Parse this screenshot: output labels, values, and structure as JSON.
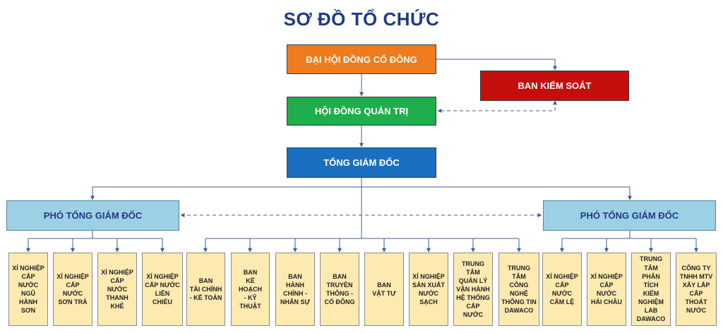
{
  "title": "SƠ ĐỒ TỔ CHỨC",
  "colors": {
    "title": "#1f3a86",
    "shareholders": "#ee7b1d",
    "supervisory": "#c40e0e",
    "board": "#1fae4c",
    "ceo": "#1a6fc1",
    "deputy": "#9cd0e4",
    "unit": "#fdeab0",
    "line": "#3f5f8f"
  },
  "nodes": {
    "shareholders": "ĐẠI HỘI ĐỒNG CỔ ĐÔNG",
    "supervisory": "BAN KIỂM SOÁT",
    "board": "HỘI ĐỒNG QUẢN TRỊ",
    "ceo": "TỔNG GIÁM ĐỐC",
    "deputy_left": "PHÓ TỔNG GIÁM ĐỐC",
    "deputy_right": "PHÓ TỔNG GIÁM ĐỐC"
  },
  "units": [
    "XÍ NGHIỆP\nCẤP NƯỚC\nNGŨ HÀNH\nSƠN",
    "XÍ NGHIỆP\nCẤP NƯỚC\nSƠN TRÀ",
    "XÍ NGHIỆP\nCẤP NƯỚC\nTHANH\nKHÊ",
    "XÍ NGHIỆP\nCẤP NƯỚC\nLIÊN CHIỂU",
    "BAN\nTÀI CHÍNH\n- KẾ TOÁN",
    "BAN\nKẾ HOẠCH\n- KỸ THUẬT",
    "BAN\nHÀNH\nCHÍNH -\nNHÂN SỰ",
    "BAN\nTRUYỀN\nTHÔNG -\nCỔ ĐÔNG",
    "BAN\nVẬT TƯ",
    "XÍ NGHIỆP\nSẢN XUẤT\nNƯỚC\nSẠCH",
    "TRUNG\nTÂM\nQUẢN LÝ\nVẬN HÀNH\nHỆ THỐNG\nCẤP NƯỚC",
    "TRUNG\nTÂM\nCÔNG\nNGHỆ\nTHÔNG TIN\nDAWACO",
    "XÍ NGHIỆP\nCẤP NƯỚC\nCẨM LỆ",
    "XÍ NGHIỆP\nCẤP NƯỚC\nHẢI CHÂU",
    "TRUNG\nTÂM\nPHÂN TÍCH\nKIỂM\nNGHIỆM\nLAB\nDAWACO",
    "CÔNG TY\nTNHH MTV\nXÂY LẮP\nCẤP\nTHOÁT\nNƯỚC"
  ]
}
